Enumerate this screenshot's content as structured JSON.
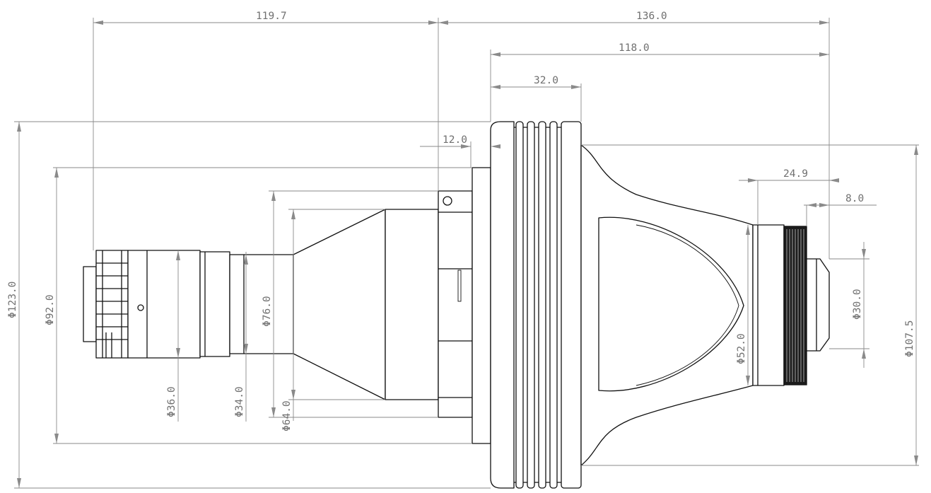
{
  "drawing": {
    "dimensions": {
      "overall_left": "119.7",
      "overall_right": "136.0",
      "body_length": "118.0",
      "fin_section": "32.0",
      "flange": "12.0",
      "rear_sleeve": "24.9",
      "rear_tip": "8.0",
      "dia_fins": "Φ123.0",
      "dia_flange": "Φ92.0",
      "dia_front_cone": "Φ76.0",
      "dia_front_small": "Φ64.0",
      "dia_front_ring": "Φ36.0",
      "dia_front_barrel": "Φ34.0",
      "dia_rear_sleeve": "Φ52.0",
      "dia_rear_tip": "Φ30.0",
      "dia_rear_cone": "Φ107.5"
    }
  }
}
